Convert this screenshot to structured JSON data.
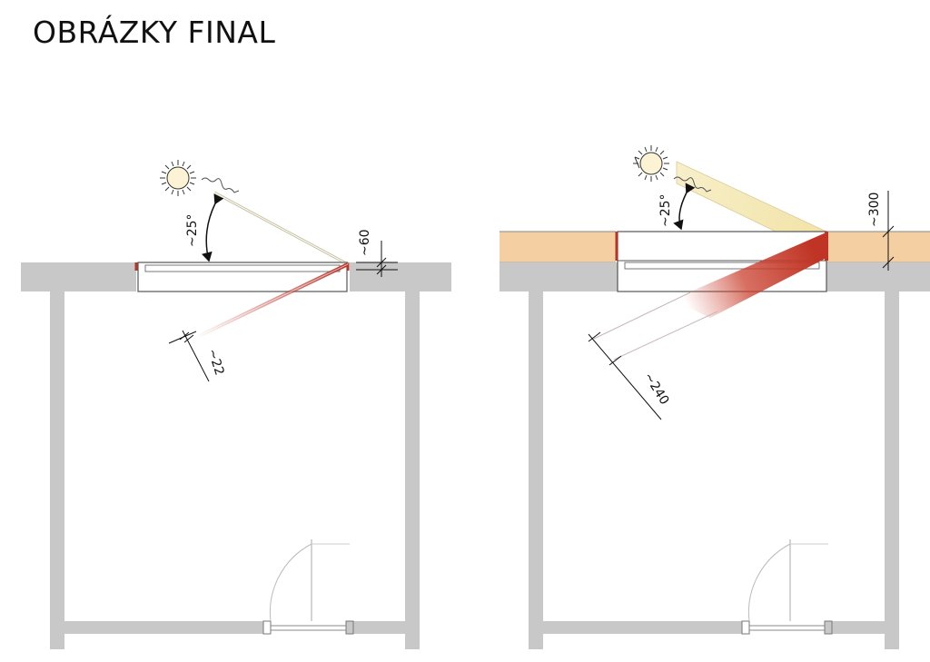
{
  "title": "OBRÁZKY FINAL",
  "colors": {
    "wall": "#c8c8c8",
    "insulation": "#f3cfa2",
    "accent_red": "#b8342a",
    "sun": "#fbf3d3",
    "sun_beam": "#f6ecc2"
  },
  "left_diagram": {
    "angle_label": "~25°",
    "dim_top_label": "~60",
    "dim_bottom_label": "~22"
  },
  "right_diagram": {
    "angle_label": "~25°",
    "dim_top_label": "~300",
    "dim_bottom_label": "~240"
  }
}
